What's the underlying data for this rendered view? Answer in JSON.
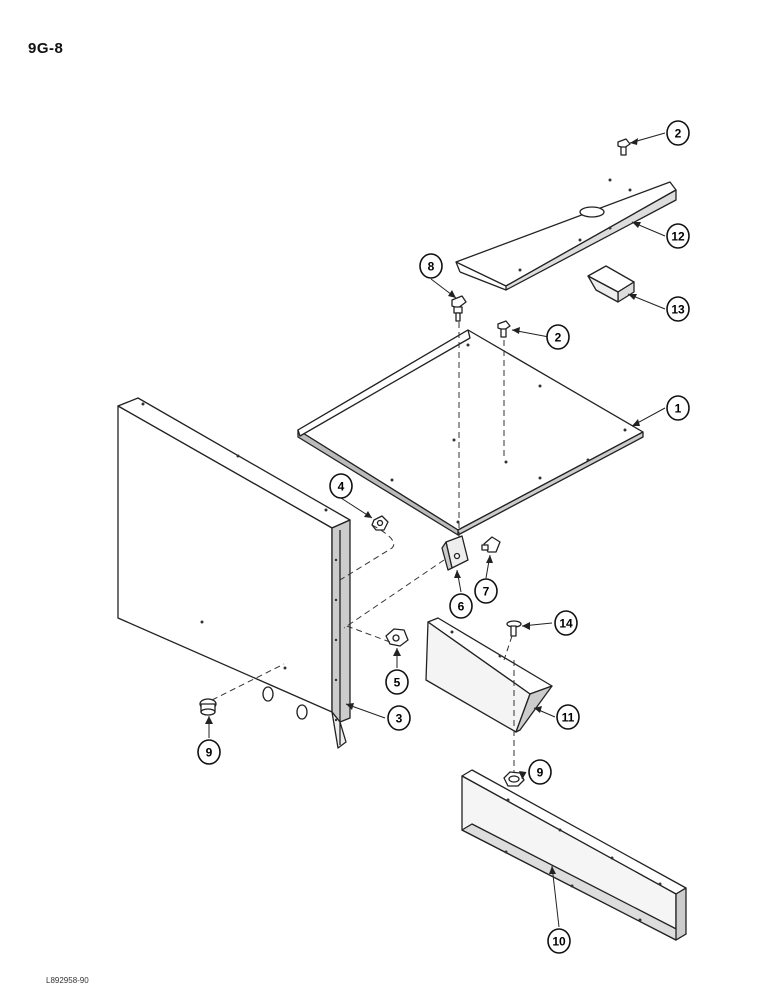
{
  "page": {
    "page_number": "9G-8",
    "figure_code": "L892958-90"
  },
  "callouts": [
    {
      "id": "c2a",
      "label": "2"
    },
    {
      "id": "c12",
      "label": "12"
    },
    {
      "id": "c13",
      "label": "13"
    },
    {
      "id": "c8",
      "label": "8"
    },
    {
      "id": "c2b",
      "label": "2"
    },
    {
      "id": "c1",
      "label": "1"
    },
    {
      "id": "c4",
      "label": "4"
    },
    {
      "id": "c6",
      "label": "6"
    },
    {
      "id": "c7",
      "label": "7"
    },
    {
      "id": "c14",
      "label": "14"
    },
    {
      "id": "c5",
      "label": "5"
    },
    {
      "id": "c11",
      "label": "11"
    },
    {
      "id": "c3",
      "label": "3"
    },
    {
      "id": "c9a",
      "label": "9"
    },
    {
      "id": "c9b",
      "label": "9"
    },
    {
      "id": "c10",
      "label": "10"
    }
  ]
}
